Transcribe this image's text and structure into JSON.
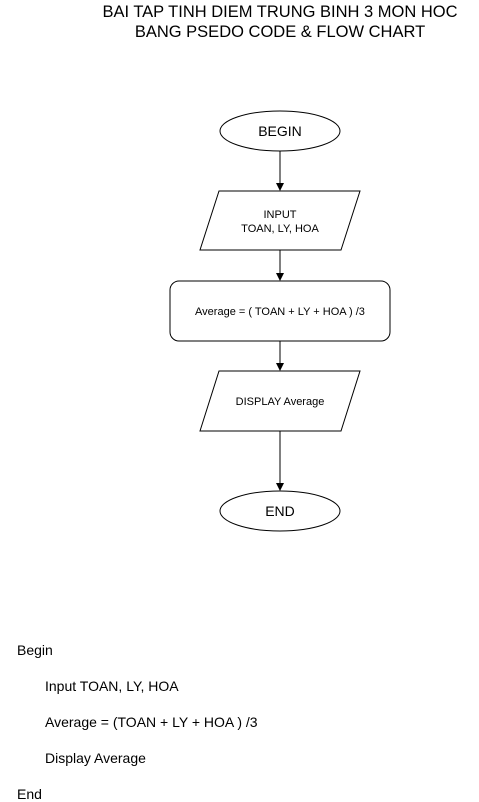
{
  "title": {
    "line1": "BAI TAP TINH DIEM TRUNG BINH 3 MON HOC",
    "line2": "BANG PSEDO CODE & FLOW CHART"
  },
  "flowchart": {
    "begin": "BEGIN",
    "input_line1": "INPUT",
    "input_line2": "TOAN, LY, HOA",
    "process": "Average = ( TOAN + LY + HOA ) /3",
    "display": "DISPLAY Average",
    "end": "END"
  },
  "pseudocode": {
    "begin": "Begin",
    "input": "Input TOAN, LY, HOA",
    "average": "Average = (TOAN + LY + HOA ) /3",
    "display": "Display Average",
    "end": "End"
  }
}
